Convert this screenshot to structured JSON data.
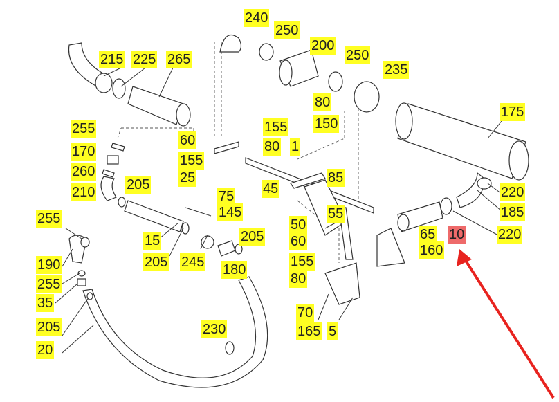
{
  "labels": {
    "l240": "240",
    "l250a": "250",
    "l200": "200",
    "l250b": "250",
    "l235": "235",
    "l215": "215",
    "l225": "225",
    "l265": "265",
    "l175": "175",
    "l80a": "80",
    "l150": "150",
    "l255a": "255",
    "l170": "170",
    "l260": "260",
    "l210": "210",
    "l205a": "205",
    "l60a": "60",
    "l155a": "155",
    "l25": "25",
    "l155b": "155",
    "l80b": "80",
    "l1": "1",
    "l45": "45",
    "l85": "85",
    "l75": "75",
    "l145": "145",
    "l55": "55",
    "l220a": "220",
    "l185": "185",
    "l220b": "220",
    "l255b": "255",
    "l15": "15",
    "l205b": "205",
    "l245": "245",
    "l205c": "205",
    "l180": "180",
    "l50": "50",
    "l60b": "60",
    "l155c": "155",
    "l80c": "80",
    "l65": "65",
    "l160": "160",
    "l10": "10",
    "l190": "190",
    "l255c": "255",
    "l35": "35",
    "l205d": "205",
    "l20": "20",
    "l230": "230",
    "l70": "70",
    "l165": "165",
    "l5": "5"
  },
  "highlight_label": "10",
  "colors": {
    "label_bg": "#ffff22",
    "highlight_bg": "#ee6a6a",
    "arrow": "#e8231f"
  }
}
